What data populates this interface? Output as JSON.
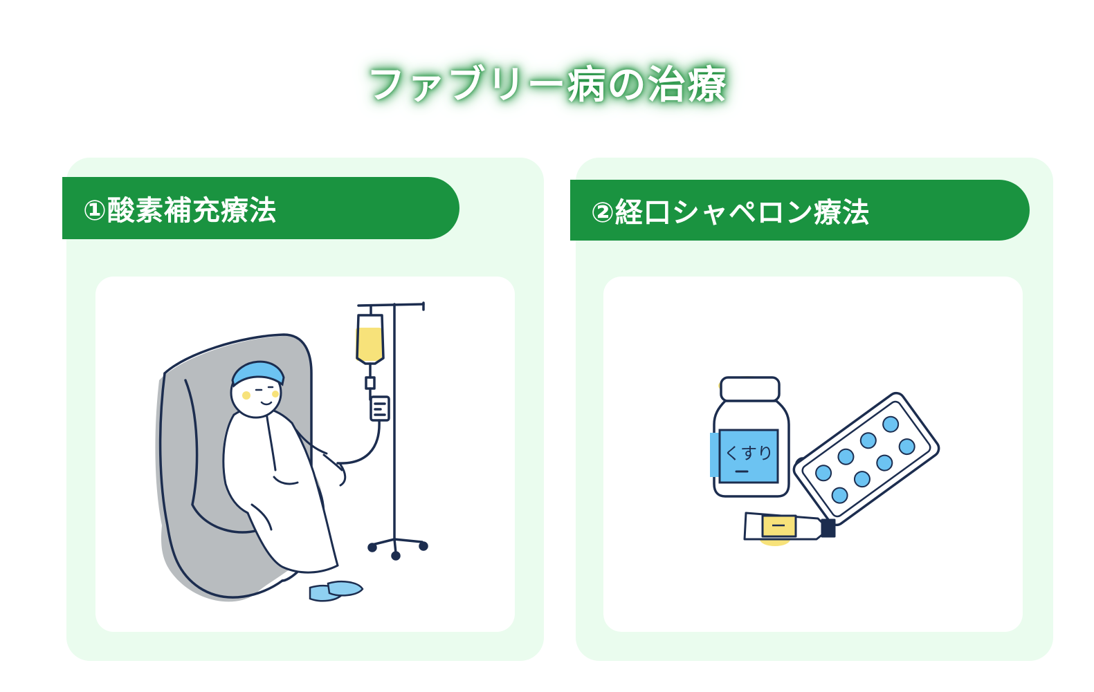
{
  "page": {
    "title": "ファブリー病の治療"
  },
  "sections": [
    {
      "label": "①酸素補充療法",
      "illustration": "iv-drip-patient-icon"
    },
    {
      "label": "②経口シャペロン療法",
      "illustration": "medicine-bottle-icon",
      "bottle_label": "くすり"
    }
  ],
  "colors": {
    "accent_green": "#1a9340",
    "panel_bg": "#eafcee",
    "line_navy": "#1c2d4f",
    "pill_blue": "#6cc3f2",
    "yellow": "#f7e27a",
    "chair_gray": "#b8bcbf"
  }
}
